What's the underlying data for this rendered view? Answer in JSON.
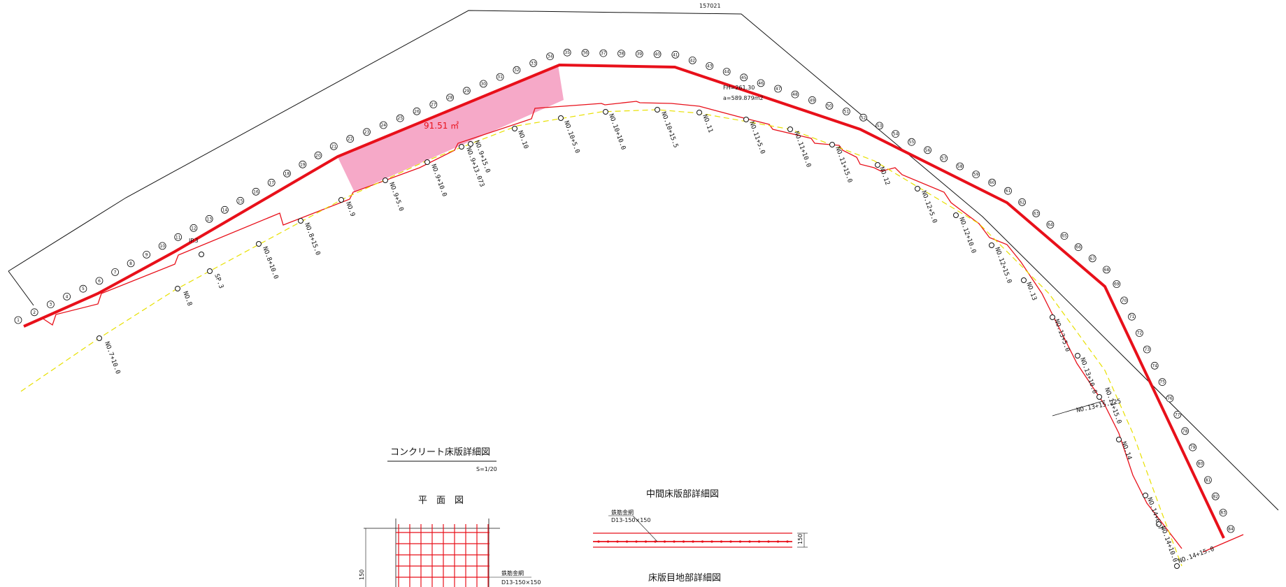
{
  "colors": {
    "boundary": "#e8101a",
    "centerline": "#e8e000",
    "outline": "#111111",
    "hatch": "#f6a9c8",
    "grid": "#e8101a"
  },
  "labels": {
    "top_dimension": "157021",
    "area": "91.51 ㎡",
    "fh": "FH=261.30",
    "total_area": "a=589.879m2",
    "ip": "IP.3"
  },
  "stations": [
    "NO.7+10.0",
    "NO.8",
    "SP.3",
    "NO.8+10.0",
    "NO.8+15.0",
    "NO.9",
    "NO.9+5.0",
    "NO.9+10.0",
    "NO.9+15.0",
    "NO.9+13.073",
    "NO.10",
    "NO.10+5.0",
    "NO.10+10.0",
    "NO.10+15.5",
    "NO.11",
    "NO.11+5.0",
    "NO.11+10.0",
    "NO.11+15.0",
    "NO.12",
    "NO.12+5.0",
    "NO.12+10.0",
    "NO.12+15.0",
    "NO.13",
    "NO.13+5.0",
    "NO.13+10.0",
    "NO.13+15.0",
    "NO.13+15.225",
    "NO.14",
    "NO.14+6.7",
    "NO.14+10.0",
    "NO.14+15.0"
  ],
  "legend": {
    "main_title": "コンクリート床版詳細図",
    "scale": "S=1/20",
    "plan_title": "平　面　図",
    "middle_title": "中間床版部詳細図",
    "joint_title": "床版目地部詳細図",
    "rebar_label": "鉄筋金網",
    "rebar_spec": "D13-150×150",
    "dim_thickness": "150",
    "dim_side": "150"
  },
  "marker_numbers": [
    "1",
    "2",
    "3",
    "4",
    "5",
    "6",
    "7",
    "8",
    "9",
    "10",
    "11",
    "12",
    "13",
    "14",
    "15",
    "16",
    "17",
    "18",
    "19",
    "20",
    "21",
    "22",
    "23",
    "24",
    "25",
    "26",
    "27",
    "28",
    "29",
    "30",
    "31",
    "32",
    "33",
    "34",
    "35",
    "36",
    "37",
    "38",
    "39",
    "40",
    "41",
    "42",
    "43",
    "44",
    "45",
    "46",
    "47",
    "48",
    "49",
    "50",
    "51",
    "52",
    "53",
    "54",
    "55",
    "56",
    "57",
    "58",
    "59",
    "60",
    "61",
    "62",
    "63",
    "64",
    "65",
    "66",
    "67",
    "68",
    "69",
    "70",
    "71",
    "72",
    "73",
    "74",
    "75",
    "76",
    "77",
    "78",
    "79",
    "80",
    "81",
    "82",
    "83",
    "84"
  ]
}
